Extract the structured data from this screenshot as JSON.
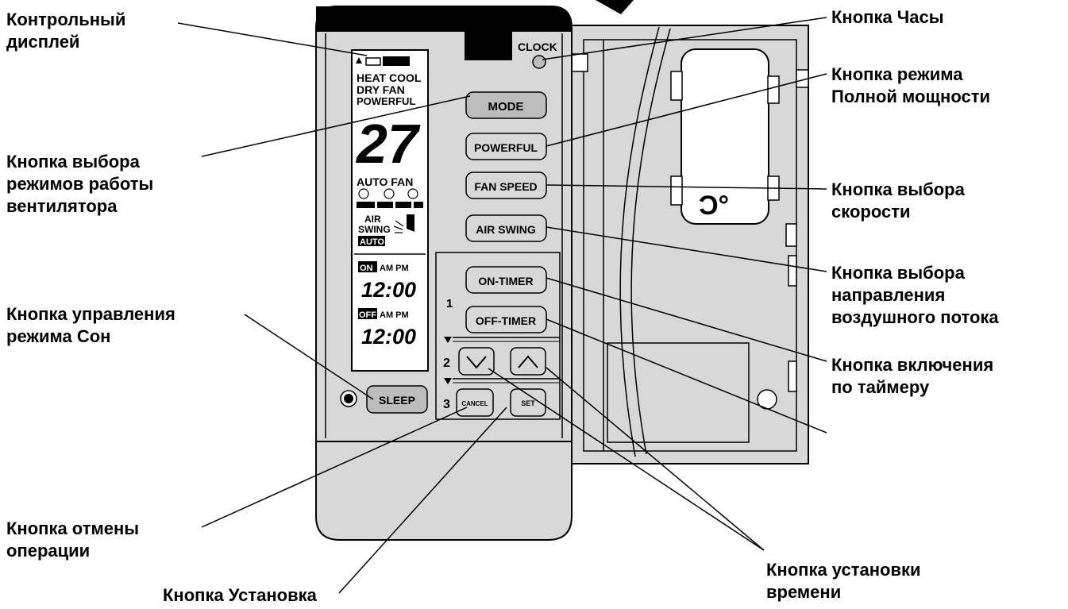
{
  "callouts": {
    "display": [
      "Контрольный",
      "дисплей"
    ],
    "mode": [
      "Кнопка выбора",
      "режимов работы",
      "вентилятора"
    ],
    "sleep": [
      "Кнопка управления",
      "режима Сон"
    ],
    "cancel": [
      "Кнопка отмены",
      "операции"
    ],
    "set": "Кнопка Установка",
    "clock": "Кнопка Часы",
    "powerful": [
      "Кнопка режима",
      "Полной мощности"
    ],
    "fan_speed": [
      "Кнопка выбора",
      "скорости"
    ],
    "air_swing": [
      "Кнопка выбора",
      "направления",
      "воздушного потока"
    ],
    "on_timer": [
      "Кнопка включения",
      "по таймеру"
    ],
    "time_set": [
      "Кнопка установки",
      "времени"
    ]
  },
  "remote": {
    "clock": "CLOCK",
    "mode": "MODE",
    "powerful": "POWERFUL",
    "fan_speed": "FAN SPEED",
    "air_swing": "AIR SWING",
    "on_timer": "ON-TIMER",
    "off_timer": "OFF-TIMER",
    "sleep": "SLEEP",
    "cancel": "CANCEL",
    "set": "SET",
    "step1": "1",
    "step2": "2",
    "step3": "3"
  },
  "display": {
    "modes_row1": "HEAT COOL",
    "modes_row2": "DRY FAN",
    "modes_row3": "POWERFUL",
    "temperature": "27",
    "auto_fan": "AUTO FAN",
    "air": "AIR",
    "swing": "SWING",
    "auto": "AUTO",
    "on": "ON",
    "off": "OFF",
    "am_pm": "AM PM",
    "on_time": "12:00",
    "off_time": "12:00"
  },
  "unit": {
    "symbol": "Ͻ°"
  }
}
